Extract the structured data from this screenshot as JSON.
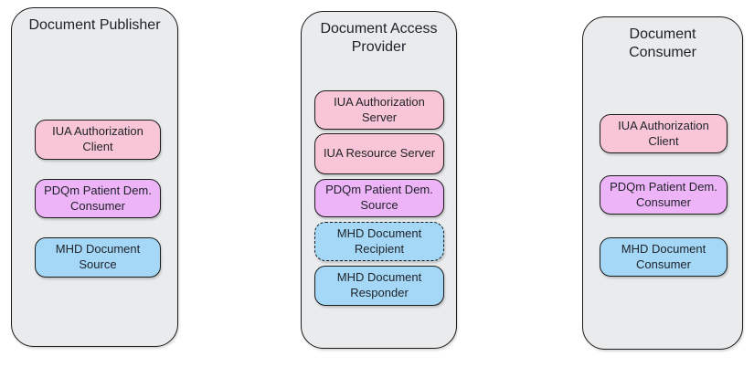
{
  "diagram": {
    "type": "grouped-actor-diagram",
    "colors": {
      "container_fill": "#e9ebed",
      "border": "#1b1b1b",
      "actor_pink": "#f8c6d7",
      "actor_purple": "#edb4f7",
      "actor_blue": "#a5d8f7",
      "background": "#ffffff",
      "text": "#1e2128"
    },
    "columns": [
      {
        "title": "Document Publisher",
        "actors": [
          {
            "label": "IUA Authorization Client",
            "color": "pink",
            "border_style": "solid"
          },
          {
            "label": "PDQm Patient Dem. Consumer",
            "color": "purple",
            "border_style": "solid"
          },
          {
            "label": "MHD Document Source",
            "color": "blue",
            "border_style": "solid"
          }
        ]
      },
      {
        "title": "Document Access Provider",
        "actors": [
          {
            "label": "IUA Authorization Server",
            "color": "pink",
            "border_style": "solid"
          },
          {
            "label": "IUA Resource Server",
            "color": "pink",
            "border_style": "solid"
          },
          {
            "label": "PDQm Patient Dem. Source",
            "color": "purple",
            "border_style": "solid"
          },
          {
            "label": "MHD Document Recipient",
            "color": "blue",
            "border_style": "dashed"
          },
          {
            "label": "MHD Document Responder",
            "color": "blue",
            "border_style": "solid"
          }
        ]
      },
      {
        "title": "Document Consumer",
        "actors": [
          {
            "label": "IUA Authorization Client",
            "color": "pink",
            "border_style": "solid"
          },
          {
            "label": "PDQm Patient Dem. Consumer",
            "color": "purple",
            "border_style": "solid"
          },
          {
            "label": "MHD Document Consumer",
            "color": "blue",
            "border_style": "solid"
          }
        ]
      }
    ]
  }
}
